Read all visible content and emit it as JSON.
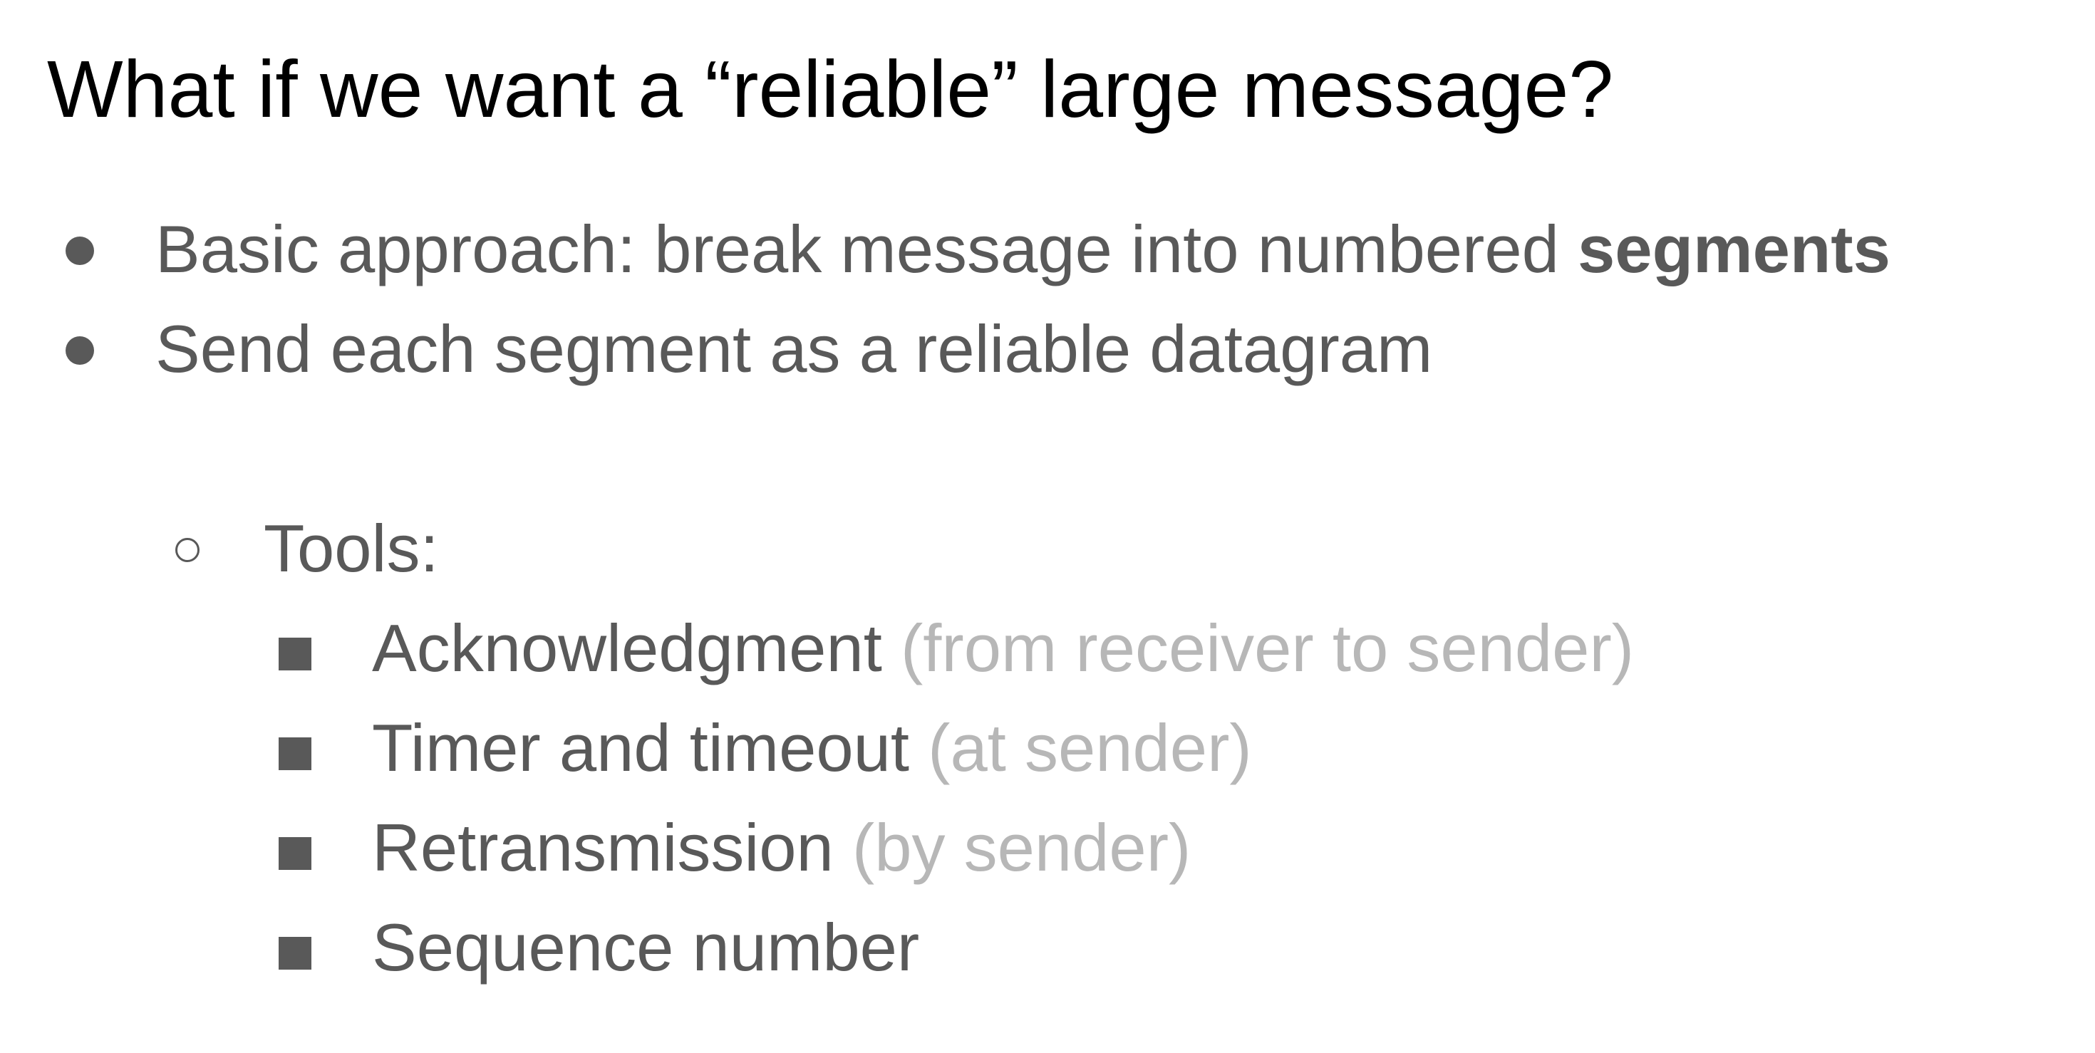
{
  "slide": {
    "title": "What if we want a “reliable” large message?",
    "bullets": [
      {
        "text": "Basic approach: break message into numbered ",
        "bold": "segments"
      },
      {
        "text": "Send each segment as a reliable datagram"
      }
    ],
    "subheading": "Tools:",
    "tools": [
      {
        "label": "Acknowledgment",
        "note": "(from receiver to sender)"
      },
      {
        "label": "Timer and timeout",
        "note": "(at sender)"
      },
      {
        "label": "Retransmission",
        "note": "(by sender)"
      },
      {
        "label": "Sequence number",
        "note": ""
      }
    ]
  },
  "colors": {
    "title": "#000000",
    "body": "#595959",
    "muted": "#b7b7b7",
    "background": "#ffffff"
  },
  "icons": {
    "level1": "filled-circle-bullet-icon",
    "level2": "hollow-circle-bullet-icon",
    "level3": "filled-square-bullet-icon"
  }
}
